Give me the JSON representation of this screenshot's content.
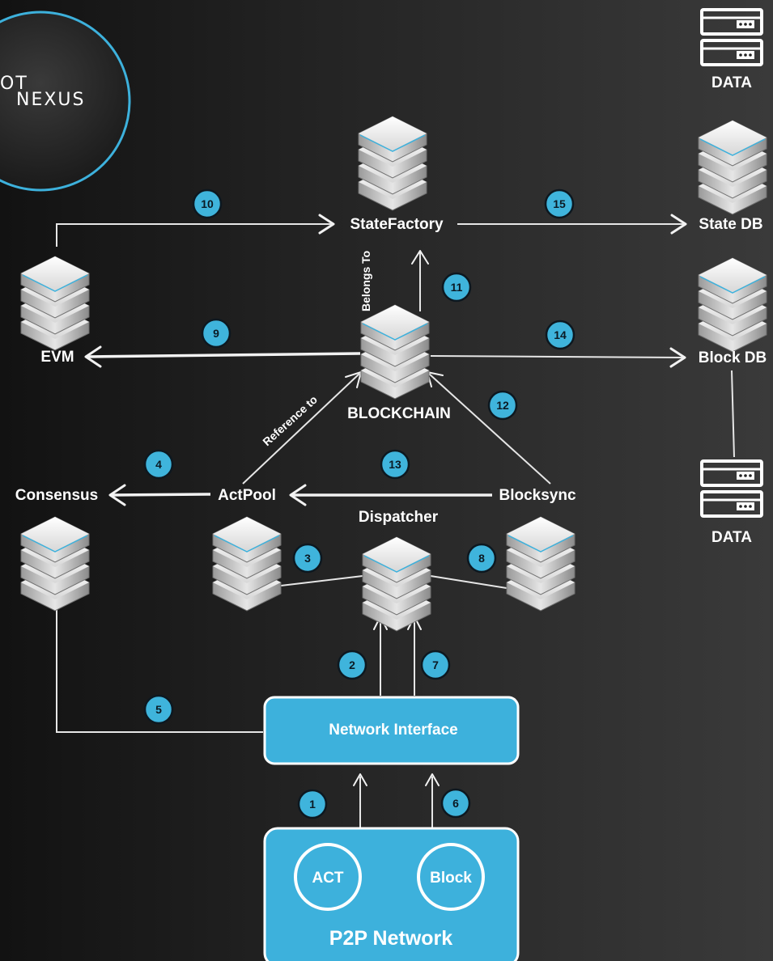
{
  "logo": {
    "left_text": "OT",
    "right_text": "NEXUS"
  },
  "nodes": {
    "state_factory": "StateFactory",
    "state_db": "State DB",
    "block_db": "Block DB",
    "evm": "EVM",
    "blockchain": "BLOCKCHAIN",
    "consensus": "Consensus",
    "actpool": "ActPool",
    "blocksync": "Blocksync",
    "dispatcher": "Dispatcher",
    "network_interface": "Network Interface",
    "p2p_network": "P2P Network",
    "act": "ACT",
    "block": "Block",
    "data_top": "DATA",
    "data_bottom": "DATA"
  },
  "edge_labels": {
    "belongs_to": "Belongs To",
    "reference_to": "Reference to"
  },
  "steps": [
    "1",
    "2",
    "3",
    "4",
    "5",
    "6",
    "7",
    "8",
    "9",
    "10",
    "11",
    "12",
    "13",
    "14",
    "15"
  ],
  "colors": {
    "accent": "#3db1dc",
    "line": "#f2f2f2",
    "background": "#1c1c1c"
  }
}
